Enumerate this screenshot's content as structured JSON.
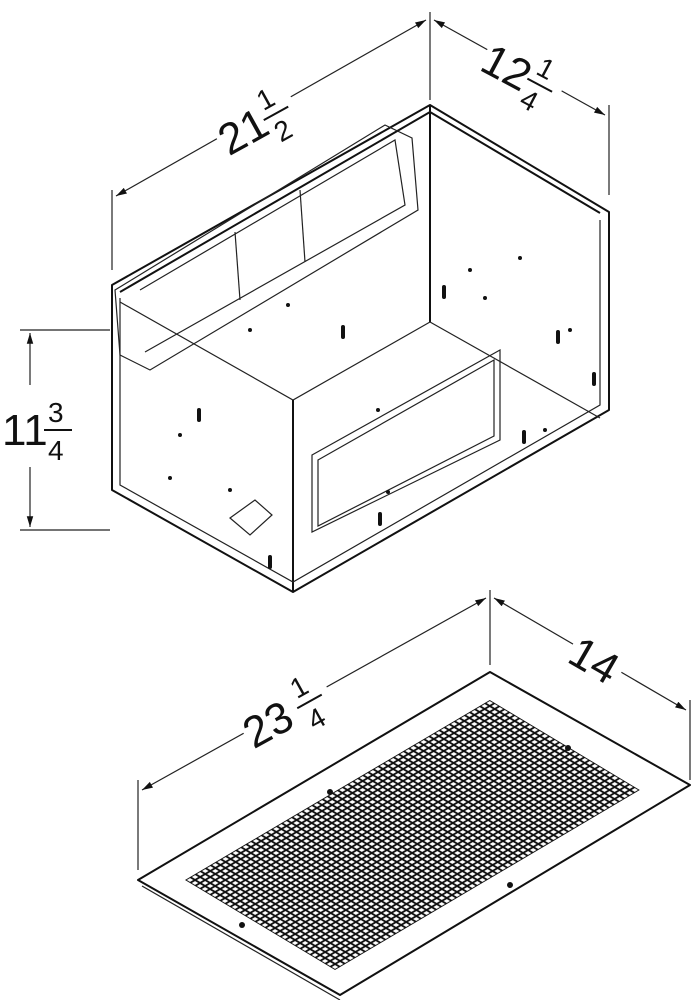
{
  "dimensions": {
    "housing_width": {
      "whole": "21",
      "num": "1",
      "den": "2"
    },
    "housing_depth": {
      "whole": "12",
      "num": "1",
      "den": "4"
    },
    "housing_height": {
      "whole": "11",
      "num": "3",
      "den": "4"
    },
    "grille_width": {
      "whole": "23",
      "num": "1",
      "den": "4"
    },
    "grille_depth": {
      "whole": "14"
    }
  },
  "colors": {
    "line": "#111111",
    "background": "#ffffff"
  }
}
